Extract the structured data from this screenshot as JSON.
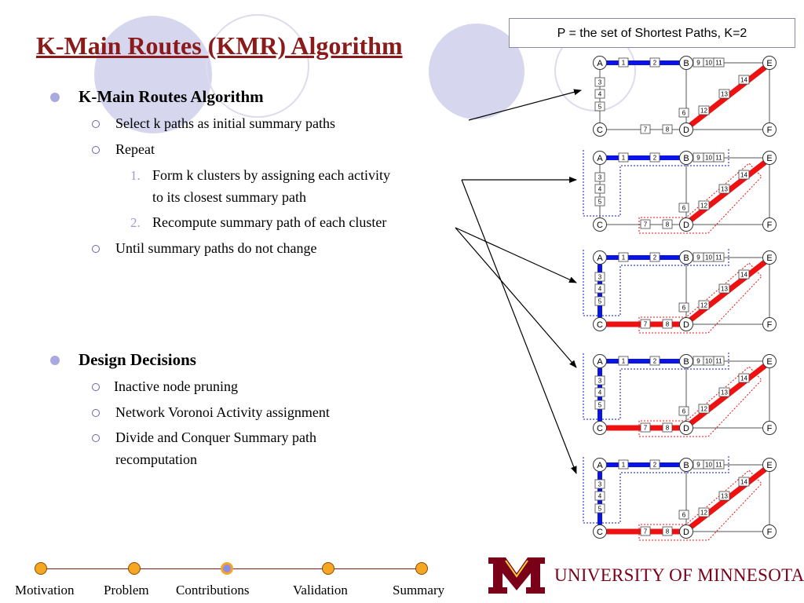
{
  "title": "K-Main Routes (KMR) Algorithm",
  "note": "P = the set of Shortest Paths, K=2",
  "algorithm": {
    "heading": "K-Main Routes Algorithm",
    "step_select": "Select k paths as initial summary paths",
    "step_repeat": "Repeat",
    "sub1_num": "1.",
    "sub1_line1": "Form k clusters by assigning each activity",
    "sub1_line2": "to its closest summary path",
    "sub2_num": "2.",
    "sub2": "Recompute summary path of each cluster",
    "step_until": "Until summary paths do not change"
  },
  "design": {
    "heading": "Design Decisions",
    "items": [
      "Inactive node pruning",
      "Network Voronoi Activity assignment",
      "Divide and Conquer Summary path",
      "recomputation"
    ]
  },
  "diagram": {
    "nodes": [
      "A",
      "B",
      "C",
      "D",
      "E",
      "F"
    ],
    "edge_labels": [
      "1",
      "2",
      "3",
      "4",
      "5",
      "6",
      "7",
      "8",
      "9",
      "10",
      "11",
      "12",
      "13",
      "14"
    ],
    "colors": {
      "blue_path": "#0a14e6",
      "red_path": "#ee1111"
    }
  },
  "nav": {
    "items": [
      "Motivation",
      "Problem",
      "Contributions",
      "Validation",
      "Summary"
    ],
    "active": "Contributions"
  },
  "brand": {
    "name": "UNIVERSITY OF MINNESOTA",
    "color": "#7a0019"
  }
}
